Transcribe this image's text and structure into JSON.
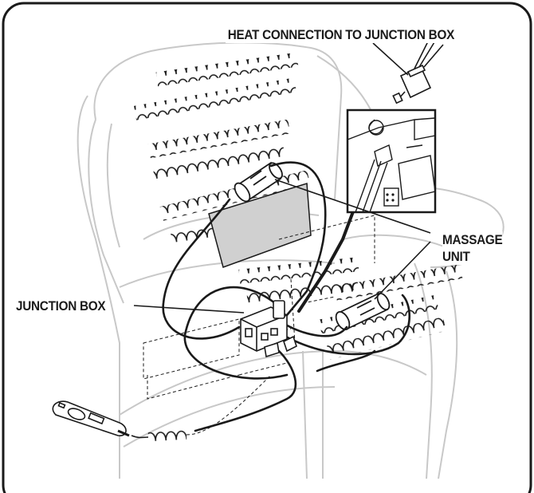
{
  "callouts": {
    "heat_connection": "HEAT CONNECTION TO JUNCTION BOX",
    "massage_unit": [
      "MASSAGE",
      "UNIT"
    ],
    "junction_box": "JUNCTION BOX"
  },
  "colors": {
    "line": "#1a1a1a",
    "ghost_outline": "#c8c8c8",
    "panel_fill": "#d0d0d0",
    "frame": "#1a1a1a"
  },
  "icons": [
    "recliner-chair-outline",
    "heating-pad-panel",
    "massage-motor",
    "junction-box",
    "hand-control-remote",
    "coiled-cord",
    "connector-plug",
    "zoom-inset"
  ]
}
